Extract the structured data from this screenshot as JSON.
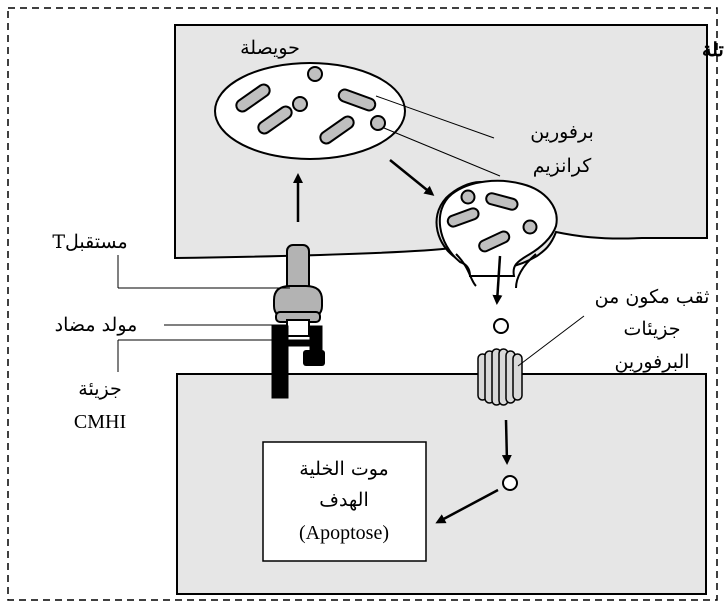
{
  "labels": {
    "tc_cell": "لمفاوية Tc قاتلة",
    "vesicle": "حويصلة",
    "perforin": "برفورين",
    "granzyme": "كرانزيم",
    "t_receptor": "مستقبلT",
    "antigen": "مولد مضاد",
    "cmh_line1": "جزيئة",
    "cmh_line2": "CMHI",
    "pore_line1": "ثقب مكون من",
    "pore_line2": "جزيئات",
    "pore_line3": "البرفورين",
    "death_line1": "موت الخلية",
    "death_line2": "الهدف",
    "death_line3": "(Apoptose)"
  },
  "colors": {
    "stroke": "#000000",
    "cell_fill": "#e6e6e6",
    "granule_fill": "#bfbfbf",
    "receptor_fill": "#b3b3b3",
    "cmh_fill": "#000000",
    "background": "#ffffff"
  }
}
